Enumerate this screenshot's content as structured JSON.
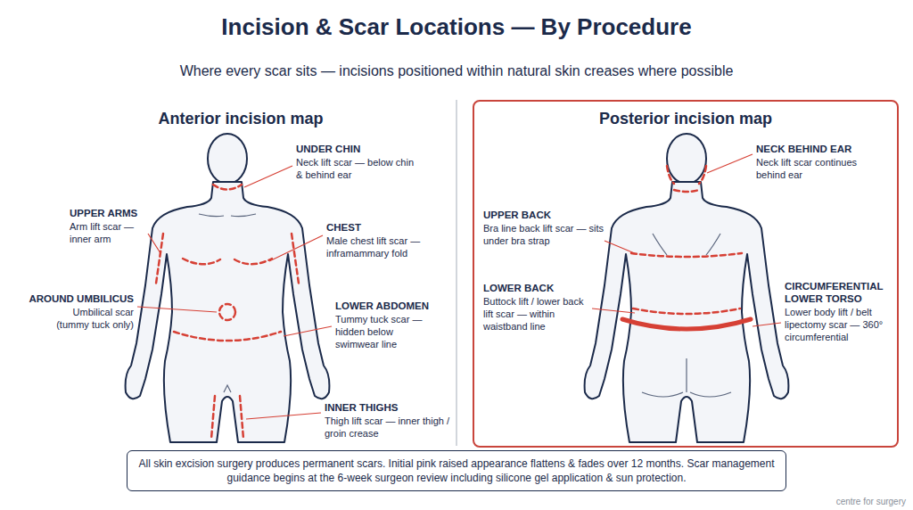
{
  "diagram": {
    "title": "Incision & Scar Locations — By Procedure",
    "caption": "Where every scar sits — incisions positioned within natural skin creases where possible",
    "nodes": [
      {
        "text": [
          "Posterior incision map"
        ]
      },
      {
        "text": [
          "All skin excision surgery produces permanent scars. Initial pink raised appearance flattens & fades over 12 months. Scar management guidance begins at the 6-week surgeon review including silicone gel application & sun protection."
        ]
      }
    ],
    "labels": [
      "Anterior incision map",
      "UNDER CHIN",
      "Neck lift scar — below chin & behind ear",
      "UPPER ARMS",
      "Arm lift scar — inner arm",
      "CHEST",
      "Male chest lift scar — inframammary fold",
      "AROUND UMBILICUS",
      "Umbilical scar (tummy tuck only)",
      "LOWER ABDOMEN",
      "Tummy tuck scar — hidden below swimwear line",
      "INNER THIGHS",
      "Thigh lift scar — inner thigh / groin crease",
      "NECK BEHIND EAR",
      "Neck lift scar continues behind ear",
      "UPPER BACK",
      "Bra line back lift scar — sits under bra strap",
      "LOWER BACK",
      "Buttock lift / lower back lift scar — within waistband line",
      "CIRCUMFERENTIAL LOWER TORSO",
      "Lower body lift / belt lipectomy scar — 360° circumferential",
      "centre for surgery"
    ]
  }
}
